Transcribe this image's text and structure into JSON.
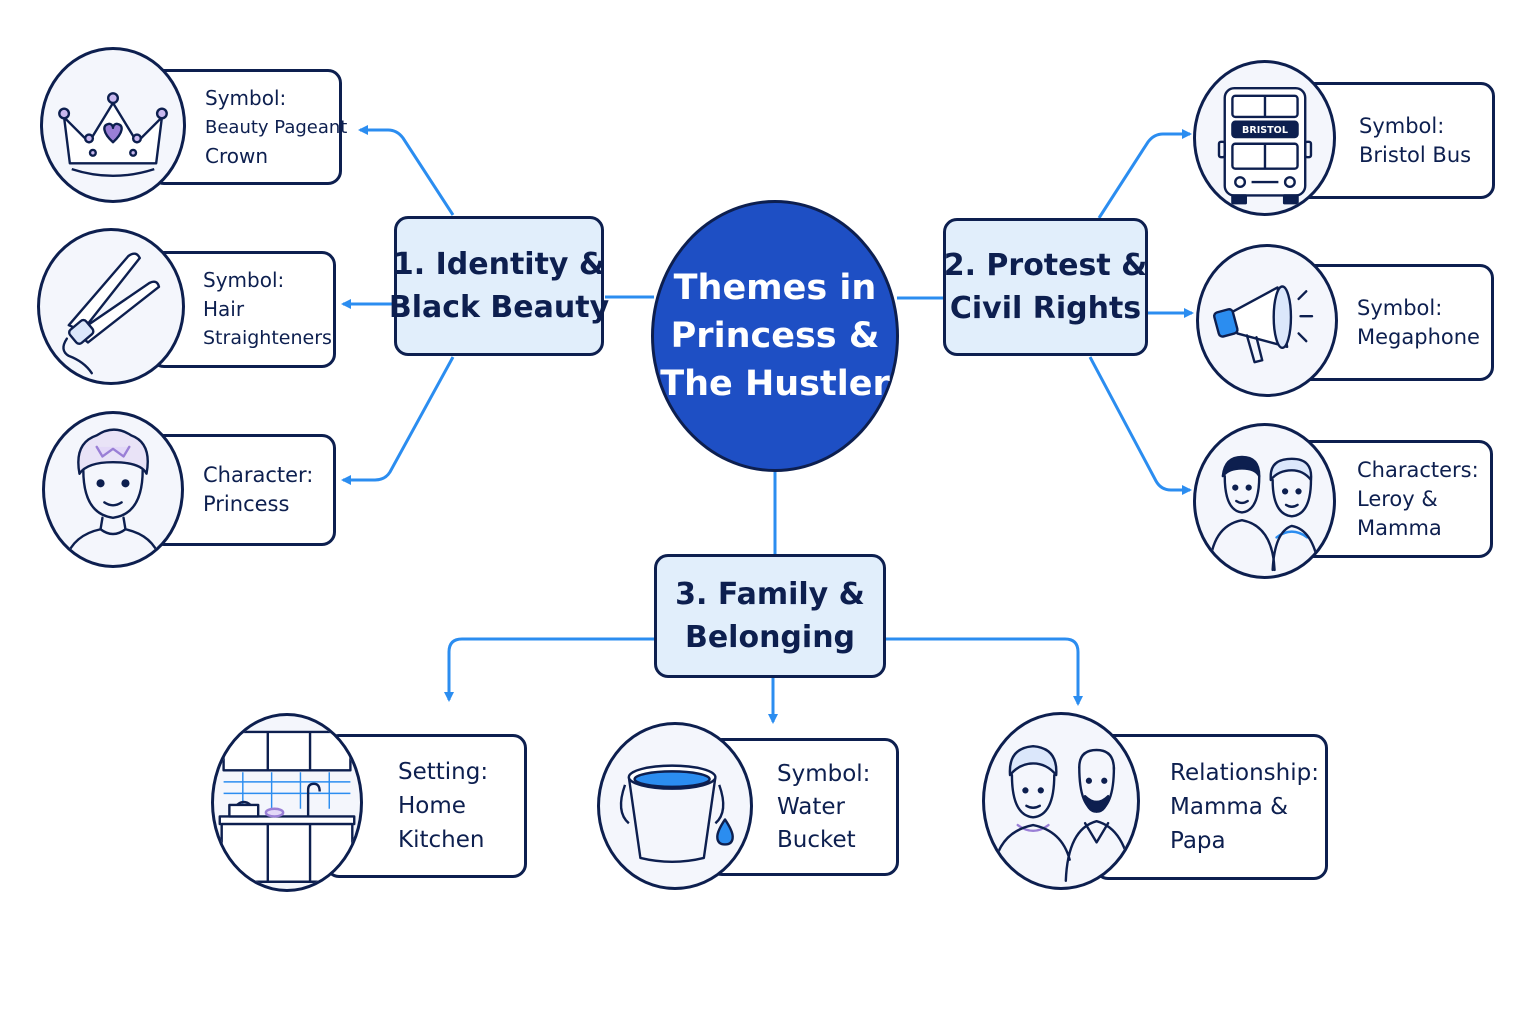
{
  "center": {
    "lines": [
      "Themes in",
      "Princess &",
      "The Hustler"
    ]
  },
  "themes": [
    {
      "lines": [
        "1. Identity &",
        "Black Beauty"
      ]
    },
    {
      "lines": [
        "2. Protest &",
        "Civil Rights"
      ]
    },
    {
      "lines": [
        "3. Family &",
        "Belonging"
      ]
    }
  ],
  "nodes": [
    {
      "icon": "tiara-crown-icon",
      "lines": [
        "Symbol:",
        "Beauty Pageant",
        "Crown"
      ]
    },
    {
      "icon": "hair-straightener-icon",
      "lines": [
        "Symbol:",
        "Hair",
        "Straighteners"
      ]
    },
    {
      "icon": "princess-portrait-icon",
      "lines": [
        "Character:",
        "Princess"
      ]
    },
    {
      "icon": "bristol-bus-icon",
      "bus_sign": "BRISTOL",
      "lines": [
        "Symbol:",
        "Bristol Bus"
      ]
    },
    {
      "icon": "megaphone-icon",
      "lines": [
        "Symbol:",
        "Megaphone"
      ]
    },
    {
      "icon": "leroy-mamma-portrait-icon",
      "lines": [
        "Characters:",
        "Leroy &",
        "Mamma"
      ]
    },
    {
      "icon": "kitchen-icon",
      "lines": [
        "Setting:",
        "Home",
        "Kitchen"
      ]
    },
    {
      "icon": "water-bucket-icon",
      "lines": [
        "Symbol:",
        "Water",
        "Bucket"
      ]
    },
    {
      "icon": "mamma-papa-portrait-icon",
      "lines": [
        "Relationship:",
        "Mamma &",
        "Papa"
      ]
    }
  ],
  "colors": {
    "center_fill": "#1e4fc4",
    "theme_fill": "#e1eefb",
    "outline": "#0d1f4f",
    "arrow": "#2b8df0",
    "accent_purple": "#9a7fd6"
  }
}
